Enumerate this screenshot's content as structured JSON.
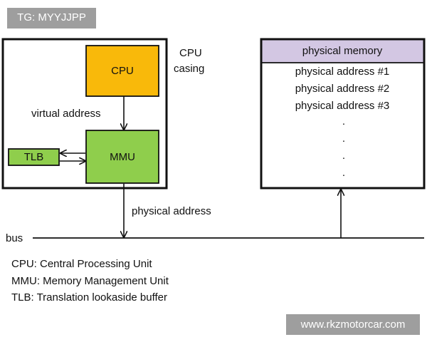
{
  "watermark_top": "TG: MYYJJPP",
  "watermark_bottom": "www.rkzmotorcar.com",
  "cpu_casing": {
    "label_line1": "CPU",
    "label_line2": "casing"
  },
  "cpu_box": {
    "label": "CPU",
    "color": "#f9b90a"
  },
  "mmu_box": {
    "label": "MMU",
    "color": "#8fce4c"
  },
  "tlb_box": {
    "label": "TLB",
    "color": "#8fce4c"
  },
  "virtual_address_label": "virtual address",
  "physical_address_label": "physical address",
  "bus_label": "bus",
  "physical_memory": {
    "header": "physical memory",
    "header_color": "#d3c7e3",
    "rows": [
      "physical address #1",
      "physical address #2",
      "physical address #3"
    ],
    "ellipsis_dots": [
      ".",
      ".",
      ".",
      "."
    ]
  },
  "legend": [
    "CPU: Central Processing Unit",
    "MMU: Memory Management Unit",
    "TLB: Translation lookaside buffer"
  ]
}
